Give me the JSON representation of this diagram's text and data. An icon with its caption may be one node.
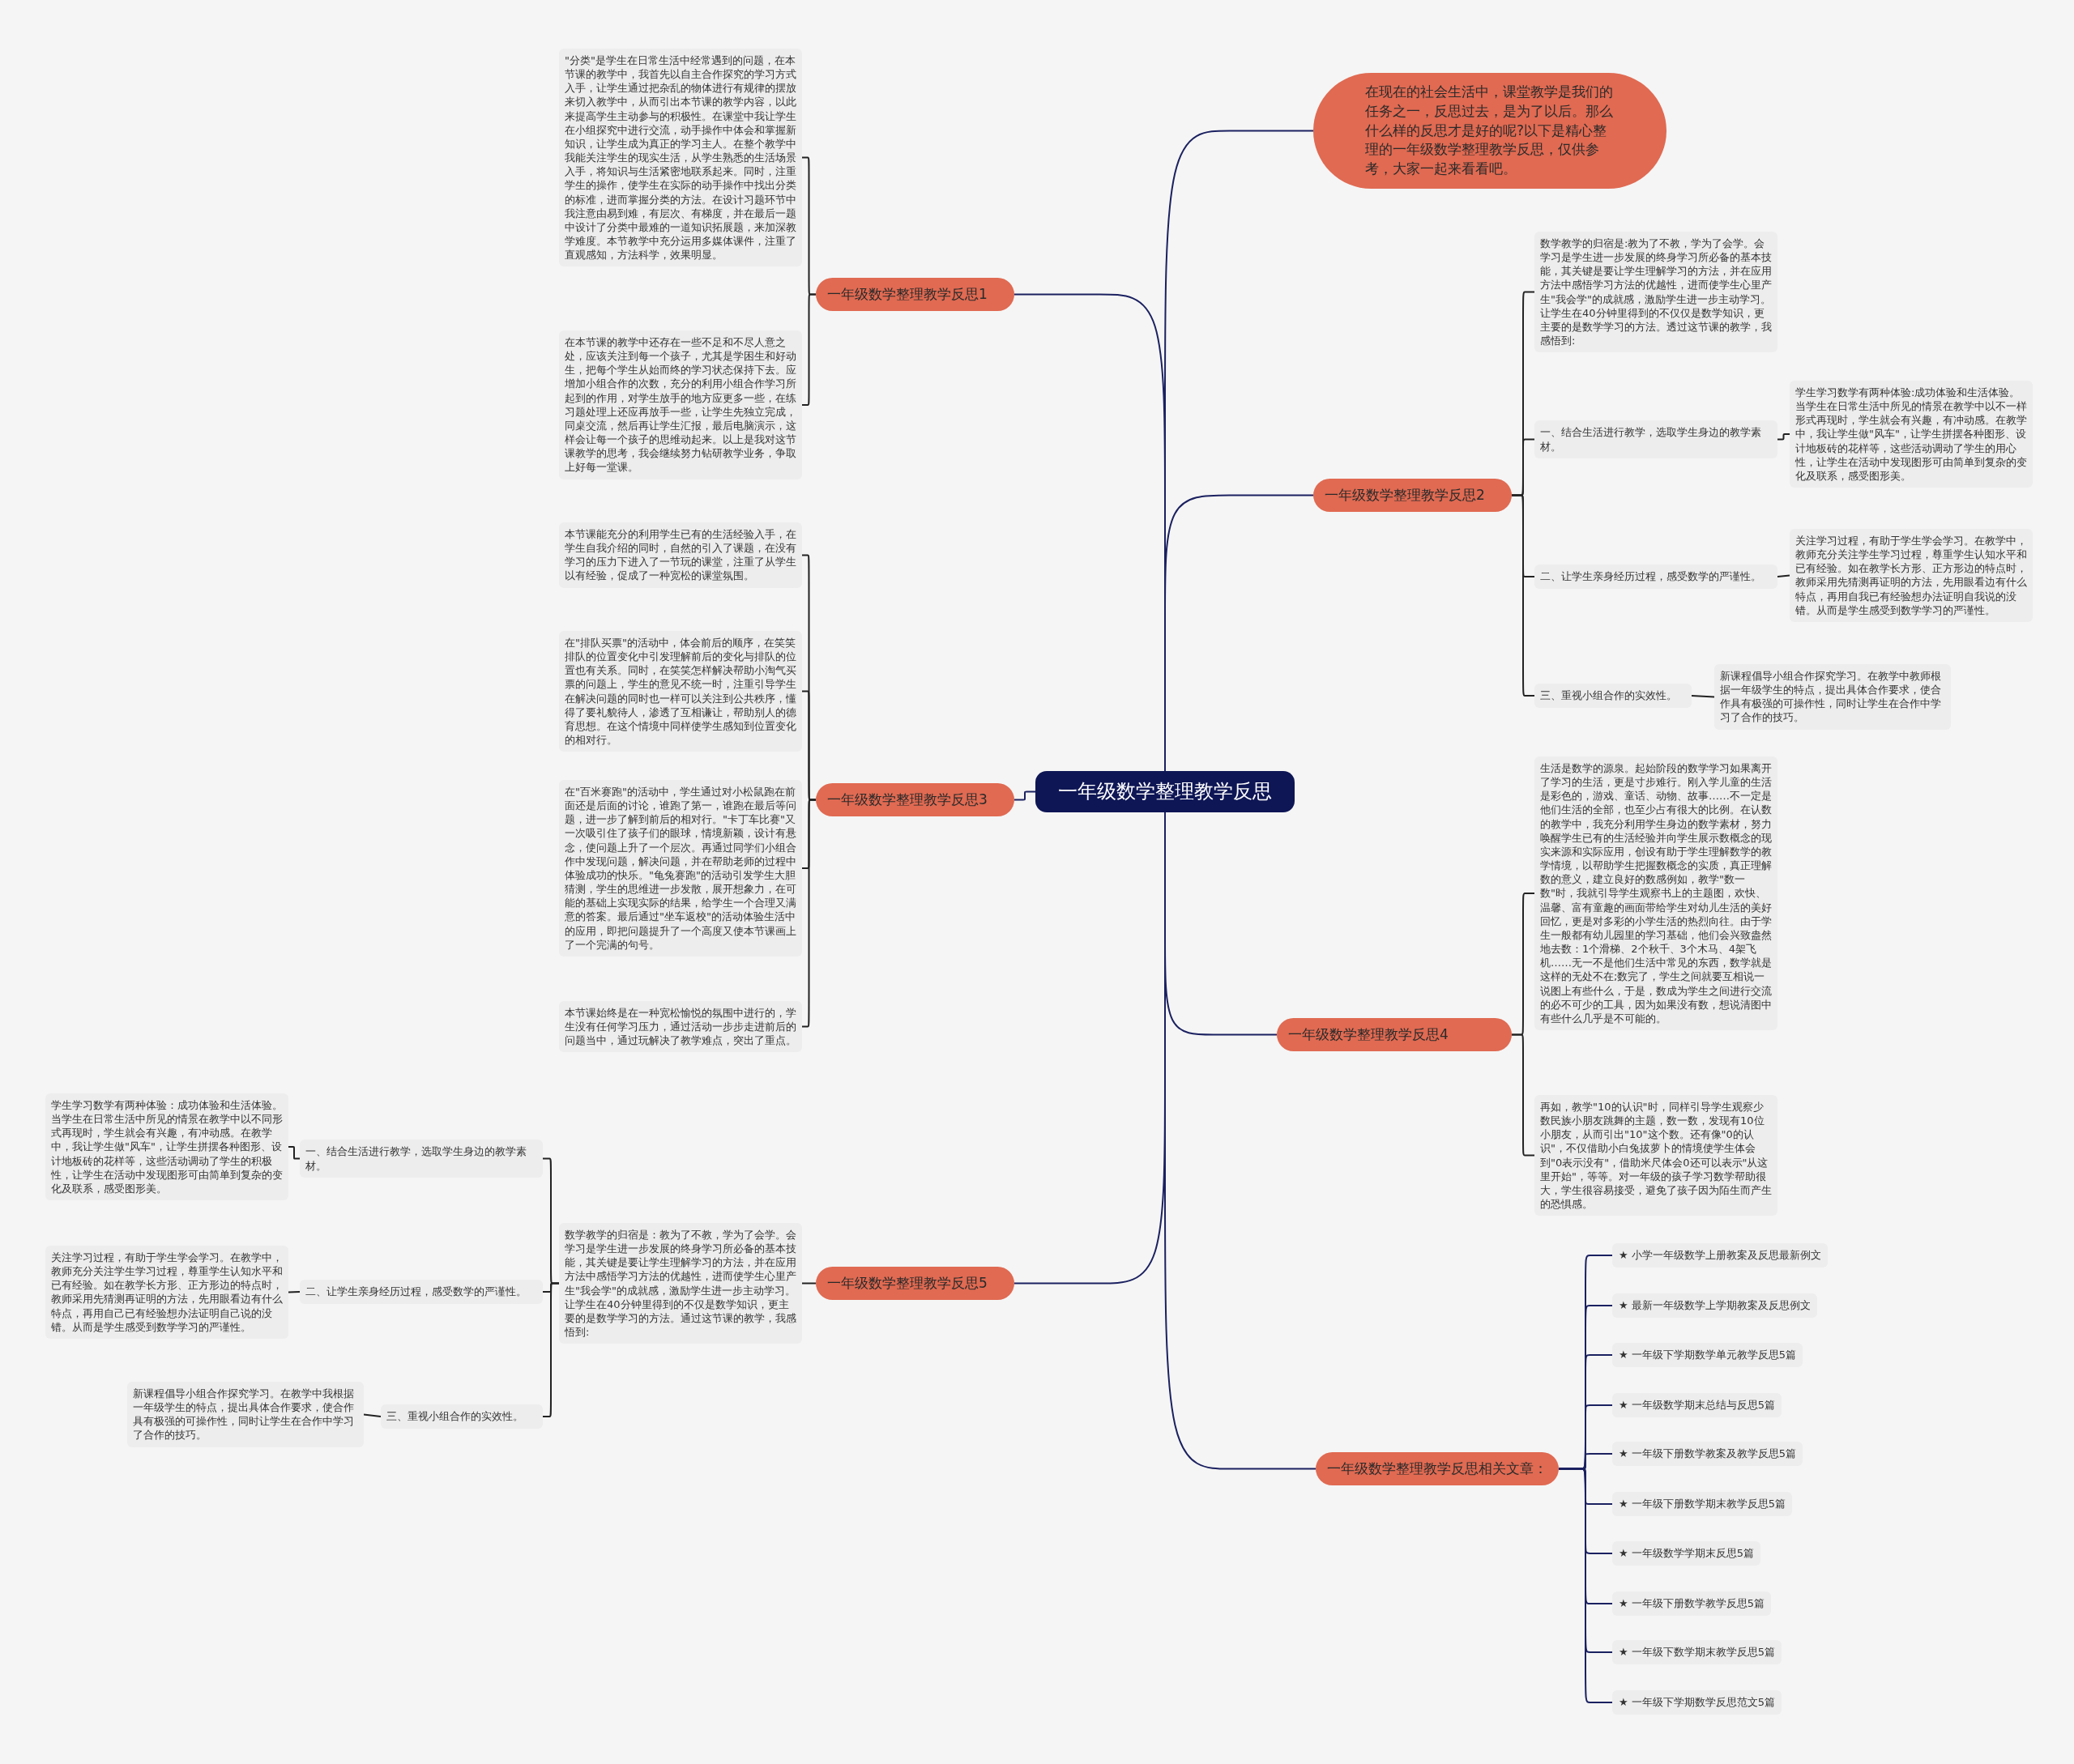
{
  "diagram": {
    "nodes": [
      {
        "text": [
          "一年级数学整理教学反思"
        ]
      },
      {
        "text": [
          "在现在的社会生活中，课堂教学是我们的任务之一，反思过去，是为了以后。那么什么样的反思才是好的呢?以下是精心整理的一年级数学整理教学反思，仅供参考，大家一起来看看吧。"
        ]
      },
      {
        "text": [
          "一年级数学整理教学反思1"
        ]
      },
      {
        "text": [
          "\"分类\"是学生在日常生活中经常遇到的问题，在本节课的教学中，我首先以自主合作探究的学习方式入手，让学生通过把杂乱的物体进行有规律的摆放来切入教学中，从而引出本节课的教学内容，以此来提高学生主动参与的积极性。在课堂中我让学生在小组探究中进行交流，动手操作中体会和掌握新知识，让学生成为真正的学习主人。在整个教学中我能关注学生的现实生活，从学生熟悉的生活场景入手，将知识与生活紧密地联系起来。同时，注重学生的操作，使学生在实际的动手操作中找出分类的标准，进而掌握分类的方法。在设计习题环节中我注意由易到难，有层次、有梯度，并在最后一题中设计了分类中最难的一道知识拓展题，来加深教学难度。本节教学中充分运用多媒体课件，注重了直观感知，方法科学，效果明显。"
        ]
      },
      {
        "text": [
          "在本节课的教学中还存在一些不足和不尽人意之处，应该关注到每一个孩子，尤其是学困生和好动生，把每个学生从始而终的学习状态保持下去。应增加小组合作的次数，充分的利用小组合作学习所起到的作用，对学生放手的地方应更多一些，在练习题处理上还应再放手一些，让学生先独立完成，同桌交流，然后再让学生汇报，最后电脑演示，这样会让每一个孩子的思维动起来。以上是我对这节课教学的思考，我会继续努力钻研教学业务，争取上好每一堂课。"
        ]
      },
      {
        "text": [
          "一年级数学整理教学反思2"
        ]
      },
      {
        "text": [
          "数学教学的归宿是:教为了不教，学为了会学。会学习是学生进一步发展的终身学习所必备的基本技能，其关键是要让学生理解学习的方法，并在应用方法中感悟学习方法的优越性，进而使学生心里产生\"我会学\"的成就感，激励学生进一步主动学习。让学生在40分钟里得到的不仅仅是数学知识，更主要的是数学学习的方法。透过这节课的教学，我感悟到:"
        ]
      },
      {
        "text": [
          "一、结合生活进行教学，选取学生身边的教学素材。"
        ]
      },
      {
        "text": [
          "学生学习数学有两种体验:成功体验和生活体验。当学生在日常生活中所见的情景在教学中以不一样形式再现时，学生就会有兴趣，有冲动感。在教学中，我让学生做\"风车\"，让学生拼摆各种图形、设计地板砖的花样等，这些活动调动了学生的用心性，让学生在活动中发现图形可由简单到复杂的变化及联系，感受图形美。"
        ]
      },
      {
        "text": [
          "二、让学生亲身经历过程，感受数学的严谨性。"
        ]
      },
      {
        "text": [
          "关注学习过程，有助于学生学会学习。在教学中，教师充分关注学生学习过程，尊重学生认知水平和已有经验。如在教学长方形、正方形边的特点时，教师采用先猜测再证明的方法，先用眼看边有什么特点，再用自我已有经验想办法证明自我说的没错。从而是学生感受到数学学习的严谨性。"
        ]
      },
      {
        "text": [
          "三、重视小组合作的实效性。"
        ]
      },
      {
        "text": [
          "新课程倡导小组合作探究学习。在教学中教师根据一年级学生的特点，提出具体合作要求，使合作具有极强的可操作性，同时让学生在合作中学习了合作的技巧。"
        ]
      },
      {
        "text": [
          "一年级数学整理教学反思3"
        ]
      },
      {
        "text": [
          "本节课能充分的利用学生已有的生活经验入手，在学生自我介绍的同时，自然的引入了课题，在没有学习的压力下进入了一节玩的课堂，注重了从学生以有经验，促成了一种宽松的课堂氛围。"
        ]
      },
      {
        "text": [
          "在\"排队买票\"的活动中，体会前后的顺序，在笑笑排队的位置变化中引发理解前后的变化与排队的位置也有关系。同时，在笑笑怎样解决帮助小淘气买票的问题上，学生的意见不统一时，注重引导学生在解决问题的同时也一样可以关注到公共秩序，懂得了要礼貌待人，渗透了互相谦让，帮助别人的德育思想。在这个情境中同样使学生感知到位置变化的相对行。"
        ]
      },
      {
        "text": [
          "在\"百米赛跑\"的活动中，学生通过对小松鼠跑在前面还是后面的讨论，谁跑了第一，谁跑在最后等问题，进一步了解到前后的相对行。\"卡丁车比赛\"又一次吸引住了孩子们的眼球，情境新颖，设计有悬念，使问题上升了一个层次。再通过同学们小组合作中发现问题，解决问题，并在帮助老师的过程中体验成功的快乐。\"龟兔赛跑\"的活动引发学生大胆猜测，学生的思维进一步发散，展开想象力，在可能的基础上实现实际的结果，给学生一个合理又满意的答案。最后通过\"坐车返校\"的活动体验生活中的应用，即把问题提升了一个高度又使本节课画上了一个完满的句号。"
        ]
      },
      {
        "text": [
          "本节课始终是在一种宽松愉悦的氛围中进行的，学生没有任何学习压力，通过活动一步步走进前后的问题当中，通过玩解决了教学难点，突出了重点。"
        ]
      },
      {
        "text": [
          "一年级数学整理教学反思4"
        ]
      },
      {
        "text": [
          "生活是数学的源泉。起始阶段的数学学习如果离开了学习的生活，更是寸步难行。刚入学儿童的生活是彩色的，游戏、童话、动物、故事……不一定是他们生活的全部，也至少占有很大的比例。在认数的教学中，我充分利用学生身边的数学素材，努力唤醒学生已有的生活经验并向学生展示数概念的现实来源和实际应用，创设有助于学生理解数学的教学情境，以帮助学生把握数概念的实质，真正理解数的意义，建立良好的数感例如，教学\"数一数\"时，我就引导学生观察书上的主题图，欢快、温馨、富有童趣的画面带给学生对幼儿生活的美好回忆，更是对多彩的小学生活的热烈向往。由于学生一般都有幼儿园里的学习基础，他们会兴致盎然地去数：1个滑梯、2个秋千、3个木马、4架飞机……无一不是他们生活中常见的东西，数学就是这样的无处不在;数完了，学生之间就要互相说一说图上有些什么，于是，数成为学生之间进行交流的必不可少的工具，因为如果没有数，想说清图中有些什么几乎是不可能的。"
        ]
      },
      {
        "text": [
          "再如，教学\"10的认识\"时，同样引导学生观察少数民族小朋友跳舞的主题，数一数，发现有10位小朋友，从而引出\"10\"这个数。还有像\"0的认识\"，不仅借助小白兔拔萝卜的情境使学生体会到\"0表示没有\"，借助米尺体会0还可以表示\"从这里开始\"，等等。对一年级的孩子学习数学帮助很大，学生很容易接受，避免了孩子因为陌生而产生的恐惧感。"
        ]
      },
      {
        "text": [
          "一年级数学整理教学反思5"
        ]
      },
      {
        "text": [
          "数学教学的归宿是：教为了不教，学为了会学。会学习是学生进一步发展的终身学习所必备的基本技能，其关键是要让学生理解学习的方法，并在应用方法中感悟学习方法的优越性，进而使学生心里产生\"我会学\"的成就感，激励学生进一步主动学习。让学生在40分钟里得到的不仅是数学知识，更主要的是数学学习的方法。通过这节课的教学，我感悟到:"
        ]
      },
      {
        "text": [
          "一、结合生活进行教学，选取学生身边的教学素材。"
        ]
      },
      {
        "text": [
          "学生学习数学有两种体验：成功体验和生活体验。当学生在日常生活中所见的情景在教学中以不同形式再现时，学生就会有兴趣，有冲动感。在教学中，我让学生做\"风车\"，让学生拼摆各种图形、设计地板砖的花样等，这些活动调动了学生的积极性，让学生在活动中发现图形可由简单到复杂的变化及联系，感受图形美。"
        ]
      },
      {
        "text": [
          "二、让学生亲身经历过程，感受数学的严谨性。"
        ]
      },
      {
        "text": [
          "关注学习过程，有助于学生学会学习。在教学中，教师充分关注学生学习过程，尊重学生认知水平和已有经验。如在教学长方形、正方形边的特点时，教师采用先猜测再证明的方法，先用眼看边有什么特点，再用自己已有经验想办法证明自己说的没错。从而是学生感受到数学学习的严谨性。"
        ]
      },
      {
        "text": [
          "三、重视小组合作的实效性。"
        ]
      },
      {
        "text": [
          "新课程倡导小组合作探究学习。在教学中我根据一年级学生的特点，提出具体合作要求，使合作具有极强的可操作性，同时让学生在合作中学习了合作的技巧。"
        ]
      },
      {
        "text": [
          "一年级数学整理教学反思相关文章："
        ]
      },
      {
        "text": [
          "★ 小学一年级数学上册教案及反思最新例文"
        ]
      },
      {
        "text": [
          "★ 最新一年级数学上学期教案及反思例文"
        ]
      },
      {
        "text": [
          "★ 一年级下学期数学单元教学反思5篇"
        ]
      },
      {
        "text": [
          "★ 一年级数学期末总结与反思5篇"
        ]
      },
      {
        "text": [
          "★ 一年级下册数学教案及教学反思5篇"
        ]
      },
      {
        "text": [
          "★ 一年级下册数学期末教学反思5篇"
        ]
      },
      {
        "text": [
          "★ 一年级数学学期末反思5篇"
        ]
      },
      {
        "text": [
          "★ 一年级下册数学教学反思5篇"
        ]
      },
      {
        "text": [
          "★ 一年级下数学期末教学反思5篇"
        ]
      },
      {
        "text": [
          "★ 一年级下学期数学反思范文5篇"
        ]
      }
    ],
    "edges": [
      {
        "from": 0,
        "to": 1,
        "arrow": "none",
        "color": "#1b2160"
      },
      {
        "from": 0,
        "to": 2,
        "arrow": "none",
        "color": "#1b2160"
      },
      {
        "from": 0,
        "to": 5,
        "arrow": "none",
        "color": "#1b2160"
      },
      {
        "from": 0,
        "to": 13,
        "arrow": "none",
        "color": "#1b2160"
      },
      {
        "from": 0,
        "to": 18,
        "arrow": "none",
        "color": "#1b2160"
      },
      {
        "from": 0,
        "to": 21,
        "arrow": "none",
        "color": "#1b2160"
      },
      {
        "from": 0,
        "to": 29,
        "arrow": "none",
        "color": "#1b2160"
      },
      {
        "from": 2,
        "to": 3,
        "arrow": "none"
      },
      {
        "from": 2,
        "to": 4,
        "arrow": "none"
      },
      {
        "from": 5,
        "to": 6,
        "arrow": "none"
      },
      {
        "from": 5,
        "to": 7,
        "arrow": "none"
      },
      {
        "from": 5,
        "to": 9,
        "arrow": "none"
      },
      {
        "from": 5,
        "to": 11,
        "arrow": "none"
      },
      {
        "from": 7,
        "to": 8,
        "arrow": "none"
      },
      {
        "from": 9,
        "to": 10,
        "arrow": "none"
      },
      {
        "from": 11,
        "to": 12,
        "arrow": "none"
      },
      {
        "from": 13,
        "to": 14,
        "arrow": "none"
      },
      {
        "from": 13,
        "to": 15,
        "arrow": "none"
      },
      {
        "from": 13,
        "to": 16,
        "arrow": "none"
      },
      {
        "from": 13,
        "to": 17,
        "arrow": "none"
      },
      {
        "from": 18,
        "to": 19,
        "arrow": "none"
      },
      {
        "from": 18,
        "to": 20,
        "arrow": "none"
      },
      {
        "from": 21,
        "to": 22,
        "arrow": "none"
      },
      {
        "from": 22,
        "to": 23,
        "arrow": "none"
      },
      {
        "from": 22,
        "to": 25,
        "arrow": "none"
      },
      {
        "from": 22,
        "to": 27,
        "arrow": "none"
      },
      {
        "from": 23,
        "to": 24,
        "arrow": "none"
      },
      {
        "from": 25,
        "to": 26,
        "arrow": "none"
      },
      {
        "from": 27,
        "to": 28,
        "arrow": "none"
      },
      {
        "from": 29,
        "to": 30,
        "arrow": "none",
        "color": "#1b2160"
      },
      {
        "from": 29,
        "to": 31,
        "arrow": "none",
        "color": "#1b2160"
      },
      {
        "from": 29,
        "to": 32,
        "arrow": "none",
        "color": "#1b2160"
      },
      {
        "from": 29,
        "to": 33,
        "arrow": "none",
        "color": "#1b2160"
      },
      {
        "from": 29,
        "to": 34,
        "arrow": "none",
        "color": "#1b2160"
      },
      {
        "from": 29,
        "to": 35,
        "arrow": "none",
        "color": "#1b2160"
      },
      {
        "from": 29,
        "to": 36,
        "arrow": "none",
        "color": "#1b2160"
      },
      {
        "from": 29,
        "to": 37,
        "arrow": "none",
        "color": "#1b2160"
      },
      {
        "from": 29,
        "to": 38,
        "arrow": "none",
        "color": "#1b2160"
      },
      {
        "from": 29,
        "to": 39,
        "arrow": "none",
        "color": "#1b2160"
      }
    ]
  }
}
